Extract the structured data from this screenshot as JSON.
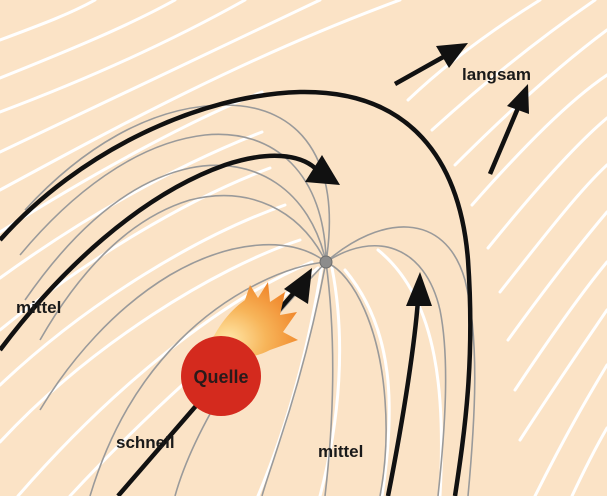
{
  "labels": {
    "langsam": "langsam",
    "mittel_left": "mittel",
    "mittel_bottom": "mittel",
    "schnell": "schnell",
    "source": "Quelle"
  },
  "colors": {
    "background": "#fbe3c6",
    "streamline": "#ffffff",
    "field_line": "#9a9a9a",
    "flow_arrow": "#111111",
    "source_fill": "#d42a1e",
    "flame_outer": "#f29a2e",
    "flame_inner": "#ffe7a8",
    "stagnation_point": "#8c8c8c"
  }
}
